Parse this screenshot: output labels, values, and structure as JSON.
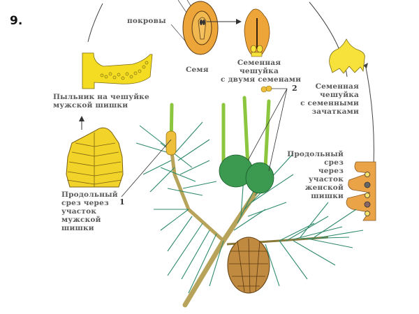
{
  "slide": {
    "number": "9."
  },
  "labels": {
    "integuments": "покровы",
    "seed": "Семя",
    "seed_scale_two_seeds": [
      "Семенная",
      "чешуйка",
      "с двумя семенами"
    ],
    "anther_on_scale": [
      "Пыльник на чешуйке",
      "мужской шишки"
    ],
    "seed_scale_ovules": [
      "Семенная",
      "чешуйка",
      "с семенными",
      "зачатками"
    ],
    "male_cone_section": [
      "Продольный",
      "срез через",
      "участок",
      "мужской",
      "шишки"
    ],
    "female_cone_section": [
      "Продольный",
      "срез",
      "через",
      "участок",
      "женской",
      "шишки"
    ]
  },
  "callouts": {
    "one": "1",
    "two": "2"
  },
  "colors": {
    "pollen_yellow": "#f2d51c",
    "seed_orange": "#e9a12e",
    "needle_green": "#2f8a6a",
    "young_shoot": "#8cc63f",
    "cone_brown": "#9a6a2a",
    "label_gray": "#5a5a5a"
  }
}
